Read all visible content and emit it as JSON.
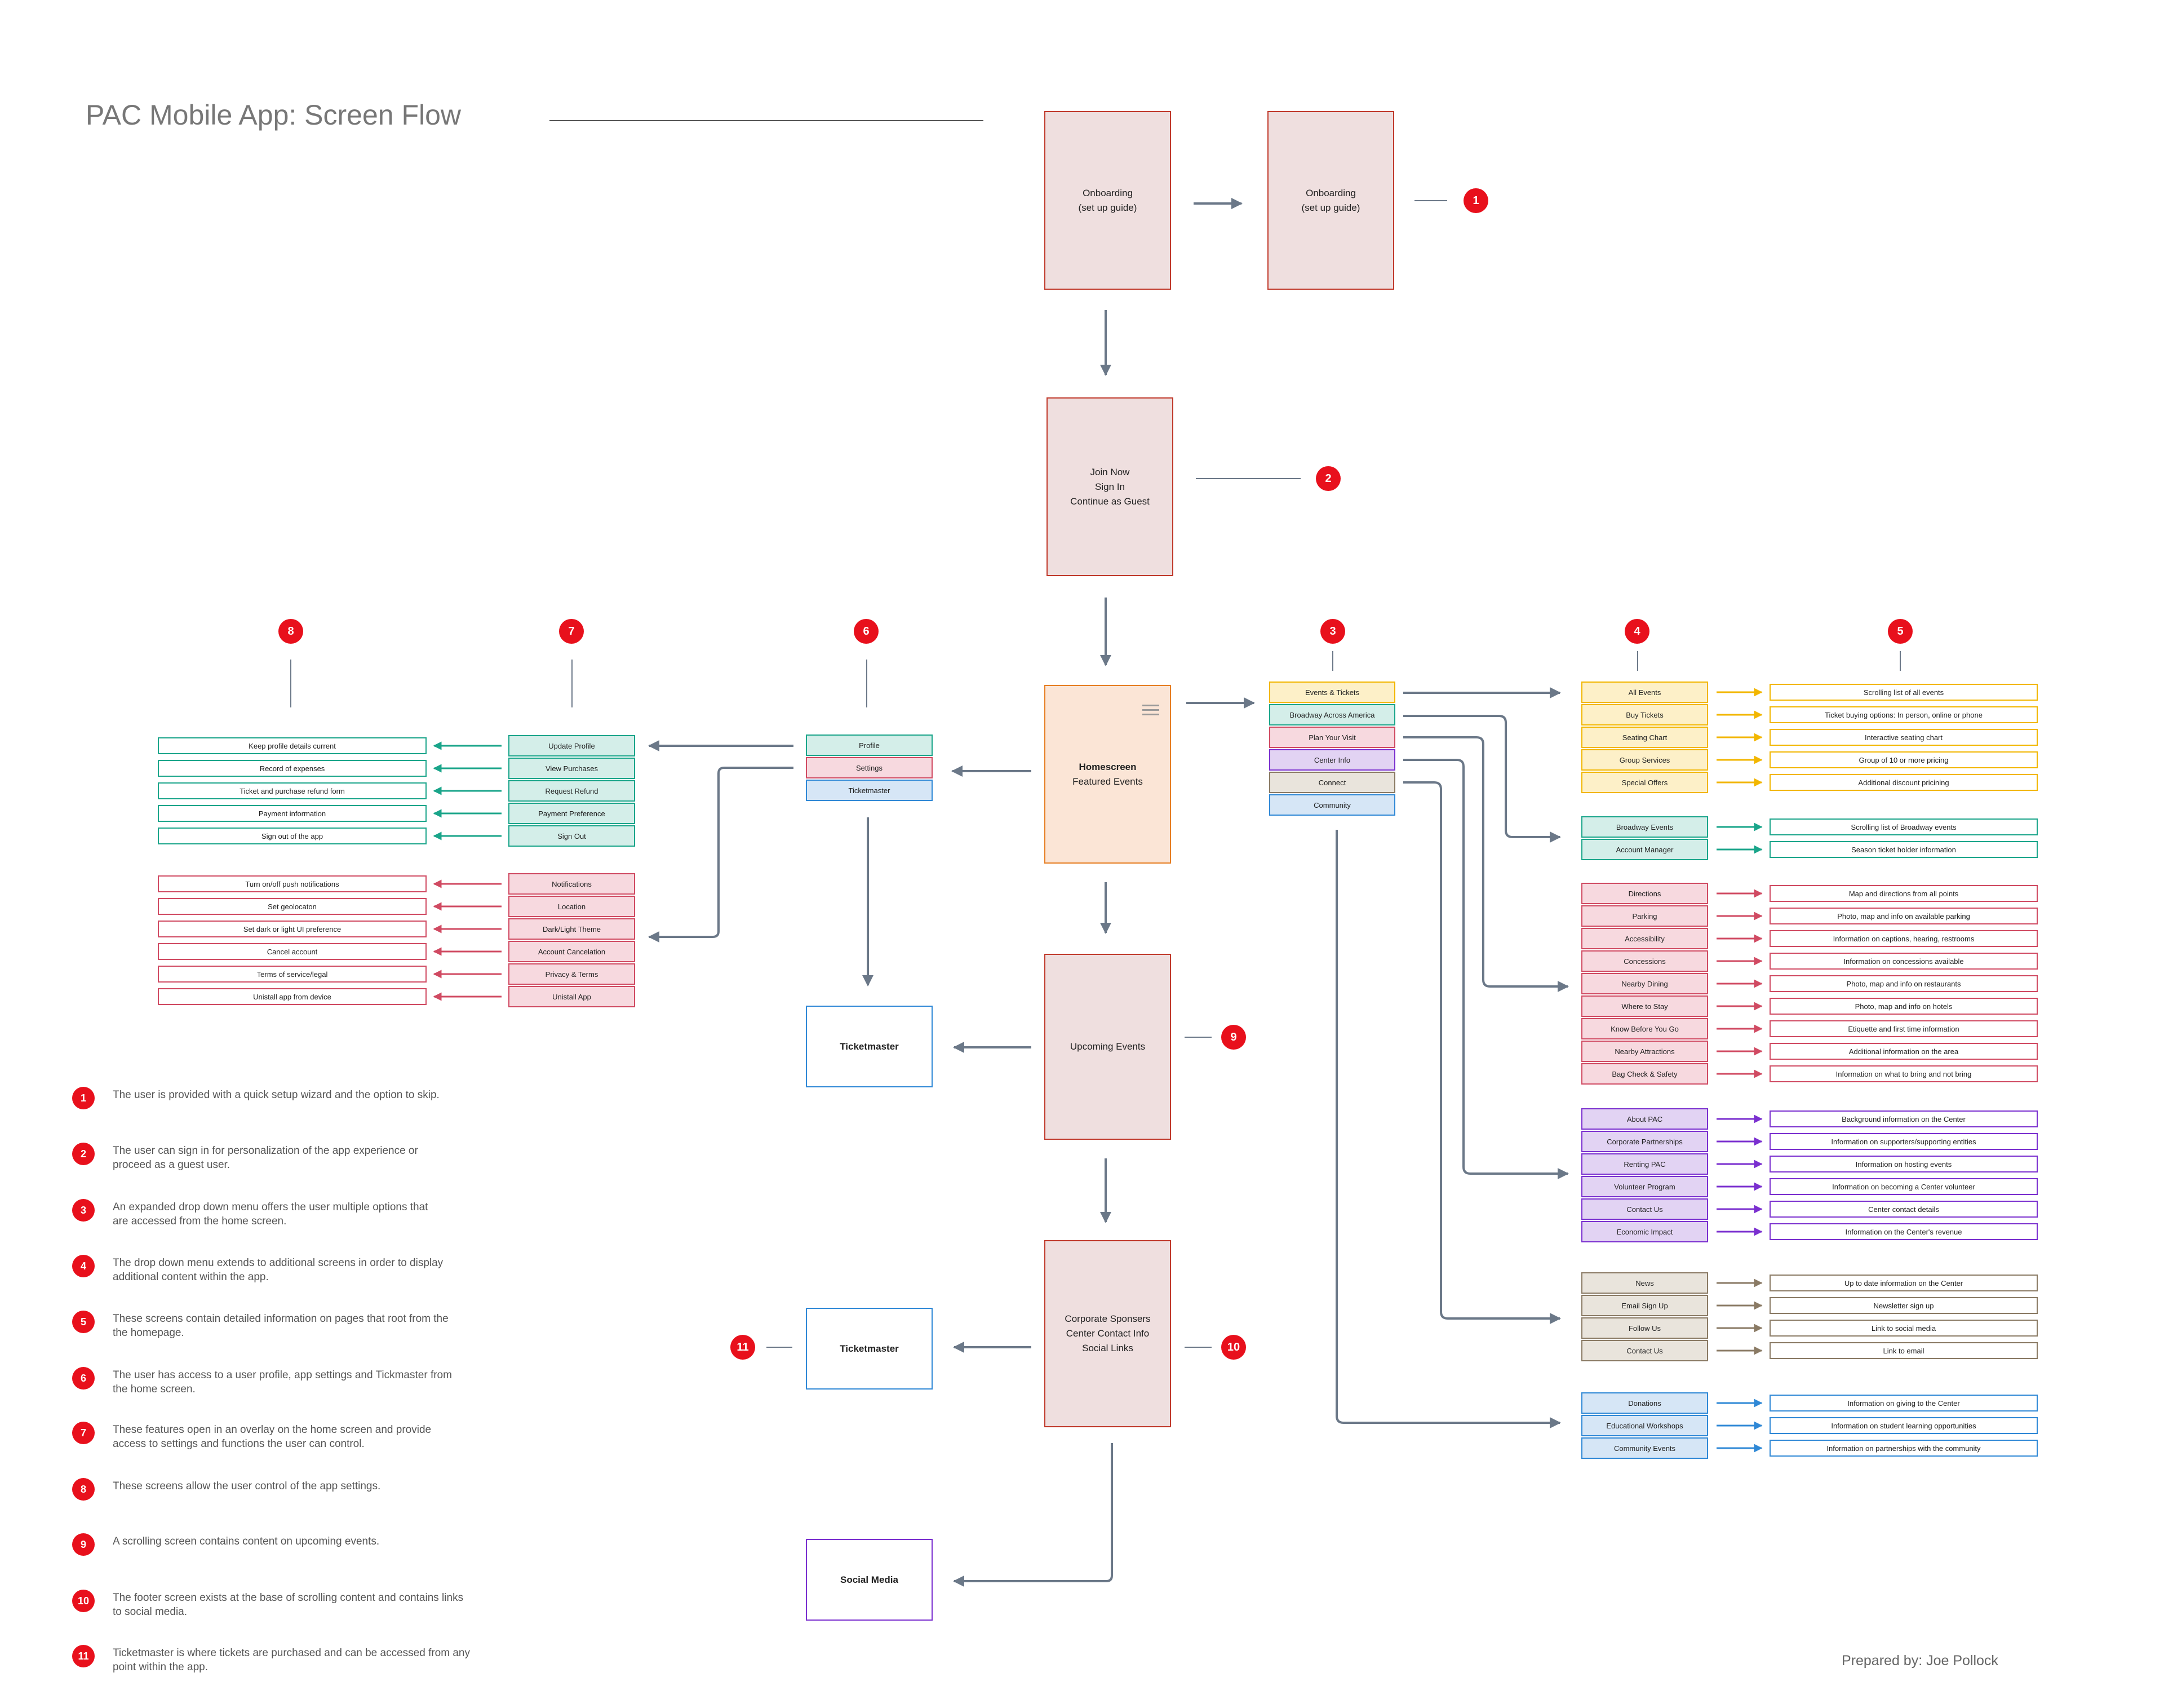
{
  "title": "PAC Mobile App: Screen Flow",
  "prepared_by": "Prepared by: Joe Pollock",
  "screens": {
    "onboarding_1": "Onboarding\n(set up guide)",
    "onboarding_2": "Onboarding\n(set up guide)",
    "join": "Join Now\nSign In\nContinue as Guest",
    "home_title": "Homescreen",
    "home_sub": "Featured Events",
    "upcoming": "Upcoming Events",
    "footer": "Corporate Sponsers\nCenter Contact Info\nSocial Links",
    "ticketmaster_a": "Ticketmaster",
    "ticketmaster_b": "Ticketmaster",
    "social": "Social Media"
  },
  "badges": [
    "1",
    "2",
    "3",
    "4",
    "5",
    "6",
    "7",
    "8",
    "9",
    "10",
    "11"
  ],
  "colors": {
    "red_badge": "#e8101c",
    "teal": "#1aa58a",
    "pink": "#d04a62",
    "blue": "#2f88d6",
    "yellow": "#f2b600",
    "purple": "#7a2fcf",
    "taupe": "#8a7a64",
    "arrow_gray": "#6b7888"
  },
  "main_menu": [
    "Events & Tickets",
    "Broadway Across America",
    "Plan Your Visit",
    "Center Info",
    "Connect",
    "Community"
  ],
  "profile_menu": [
    "Profile",
    "Settings",
    "Ticketmaster"
  ],
  "profile_items": [
    "Update Profile",
    "View Purchases",
    "Request Refund",
    "Payment Preference",
    "Sign Out"
  ],
  "profile_details": [
    "Keep profile details current",
    "Record of expenses",
    "Ticket and purchase refund form",
    "Payment information",
    "Sign out of the app"
  ],
  "settings_items": [
    "Notifications",
    "Location",
    "Dark/Light Theme",
    "Account Cancelation",
    "Privacy & Terms",
    "Unistall App"
  ],
  "settings_details": [
    "Turn on/off push notifications",
    "Set geolocaton",
    "Set dark or light UI preference",
    "Cancel account",
    "Terms of service/legal",
    "Unistall app from device"
  ],
  "events_group": {
    "items": [
      "All Events",
      "Buy Tickets",
      "Seating Chart",
      "Group Services",
      "Special Offers"
    ],
    "details": [
      "Scrolling list of all events",
      "Ticket buying options: In person, online or phone",
      "Interactive seating chart",
      "Group of 10 or more pricing",
      "Additional discount pricining"
    ]
  },
  "broadway_group": {
    "items": [
      "Broadway Events",
      "Account Manager"
    ],
    "details": [
      "Scrolling list of Broadway events",
      "Season ticket holder information"
    ]
  },
  "visit_group": {
    "items": [
      "Directions",
      "Parking",
      "Accessibility",
      "Concessions",
      "Nearby Dining",
      "Where to Stay",
      "Know Before You Go",
      "Nearby Attractions",
      "Bag Check & Safety"
    ],
    "details": [
      "Map and directions from all points",
      "Photo, map and info on available parking",
      "Information on captions, hearing, restrooms",
      "Information on concessions available",
      "Photo, map and info on restaurants",
      "Photo, map and info on hotels",
      "Etiquette and first time information",
      "Additional information on the area",
      "Information on what to bring and not bring"
    ]
  },
  "center_group": {
    "items": [
      "About PAC",
      "Corporate Partnerships",
      "Renting PAC",
      "Volunteer Program",
      "Contact Us",
      "Economic Impact"
    ],
    "details": [
      "Background information on the Center",
      "Information on supporters/supporting entities",
      "Information on hosting events",
      "Information on becoming a Center volunteer",
      "Center contact details",
      "Information on the Center's revenue"
    ]
  },
  "connect_group": {
    "items": [
      "News",
      "Email Sign Up",
      "Follow Us",
      "Contact Us"
    ],
    "details": [
      "Up to date information on the Center",
      "Newsletter sign up",
      "Link to social media",
      "Link to email"
    ]
  },
  "community_group": {
    "items": [
      "Donations",
      "Educational Workshops",
      "Community Events"
    ],
    "details": [
      "Information on giving to the Center",
      "Information on student learning opportunities",
      "Information on partnerships with the community"
    ]
  },
  "notes": [
    "The user is provided with a quick setup wizard and the option to skip.",
    "The user can sign in for personalization of the app experience or\nproceed as a guest user.",
    "An expanded drop down menu offers the user multiple options that\nare accessed from the home screen.",
    "The drop down menu extends to additional screens in order to display\nadditional content within the app.",
    "These screens contain detailed information on pages that root from the\nthe homepage.",
    "The user has access to a user profile, app settings and Tickmaster from\nthe home screen.",
    "These features open in an overlay on the home screen and provide\naccess to settings and functions the user can control.",
    "These screens allow the user control of the app settings.",
    "A scrolling screen contains content on upcoming events.",
    "The footer screen exists at the base of scrolling content and contains links\nto social media.",
    "Ticketmaster is where tickets are purchased and can be accessed from any\npoint within the app."
  ]
}
